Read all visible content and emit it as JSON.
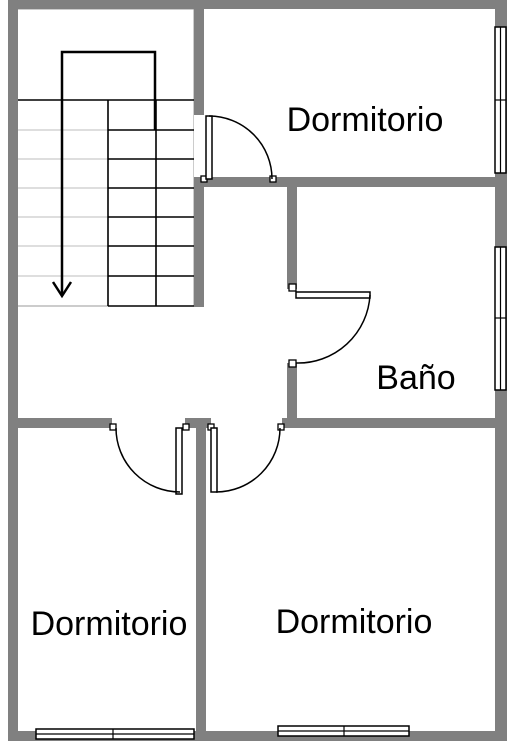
{
  "plan": {
    "rooms": {
      "bedroom_top_right": "Dormitorio",
      "bathroom": "Baño",
      "bedroom_bottom_left": "Dormitorio",
      "bedroom_bottom_right": "Dormitorio"
    },
    "colors": {
      "wall": "#808080",
      "background": "#ffffff",
      "lines": "#000000",
      "stair_lines": "#bdbdbd"
    },
    "icons": {
      "stair_direction": "down-arrow-icon"
    }
  }
}
